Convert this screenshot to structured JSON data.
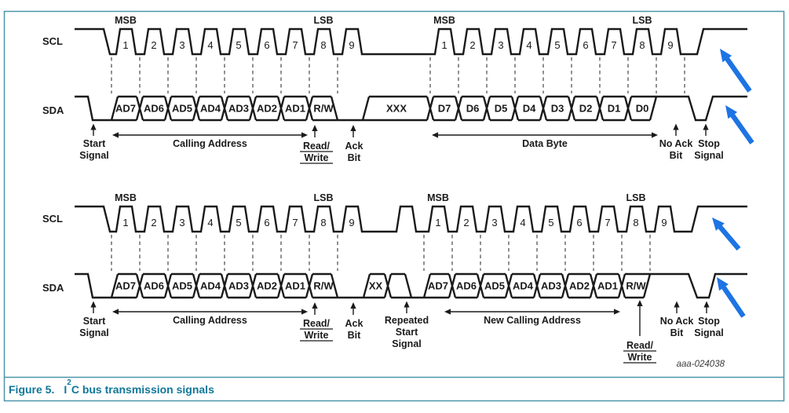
{
  "figure_caption": {
    "label": "Figure 5.",
    "chem_pre": "I",
    "chem_sup": "2",
    "chem_post": "C bus transmission signals"
  },
  "watermark": "aaa-024038",
  "colors": {
    "teal": "#0f7799",
    "border": "#4d95aa",
    "ink": "#1a1a1a",
    "dash": "#555555",
    "arrow_blue": "#1d74e4"
  },
  "chart_data": {
    "type": "timing-diagram",
    "title": "I2C bus transmission signals",
    "signals": [
      "SCL",
      "SDA"
    ],
    "diagrams": [
      {
        "id": "address-plus-data-byte",
        "scl": "SCL",
        "sda": "SDA",
        "msb": "MSB",
        "lsb": "LSB",
        "clock_numbers": [
          "1",
          "2",
          "3",
          "4",
          "5",
          "6",
          "7",
          "8",
          "9"
        ],
        "address_bits": [
          "AD7",
          "AD6",
          "AD5",
          "AD4",
          "AD3",
          "AD2",
          "AD1",
          "R/W"
        ],
        "idle_bits": "XXX",
        "data_bits": [
          "D7",
          "D6",
          "D5",
          "D4",
          "D3",
          "D2",
          "D1",
          "D0"
        ],
        "labels": {
          "start": [
            "Start",
            "Signal"
          ],
          "calling_address": "Calling Address",
          "read_write": [
            "Read/",
            "Write"
          ],
          "ack": [
            "Ack",
            "Bit"
          ],
          "data_byte": "Data Byte",
          "no_ack": [
            "No Ack",
            "Bit"
          ],
          "stop": [
            "Stop",
            "Signal"
          ]
        }
      },
      {
        "id": "repeated-start",
        "scl": "SCL",
        "sda": "SDA",
        "msb": "MSB",
        "lsb": "LSB",
        "clock_numbers": [
          "1",
          "2",
          "3",
          "4",
          "5",
          "6",
          "7",
          "8",
          "9"
        ],
        "address_bits": [
          "AD7",
          "AD6",
          "AD5",
          "AD4",
          "AD3",
          "AD2",
          "AD1",
          "R/W"
        ],
        "idle_bits": "XX",
        "new_address_bits": [
          "AD7",
          "AD6",
          "AD5",
          "AD4",
          "AD3",
          "AD2",
          "AD1",
          "R/W"
        ],
        "labels": {
          "start": [
            "Start",
            "Signal"
          ],
          "calling_address": "Calling Address",
          "read_write": [
            "Read/",
            "Write"
          ],
          "ack": [
            "Ack",
            "Bit"
          ],
          "repeated_start": [
            "Repeated",
            "Start",
            "Signal"
          ],
          "new_calling_address": "New Calling Address",
          "read_write2": [
            "Read/",
            "Write"
          ],
          "no_ack": [
            "No Ack",
            "Bit"
          ],
          "stop": [
            "Stop",
            "Signal"
          ]
        }
      }
    ]
  }
}
